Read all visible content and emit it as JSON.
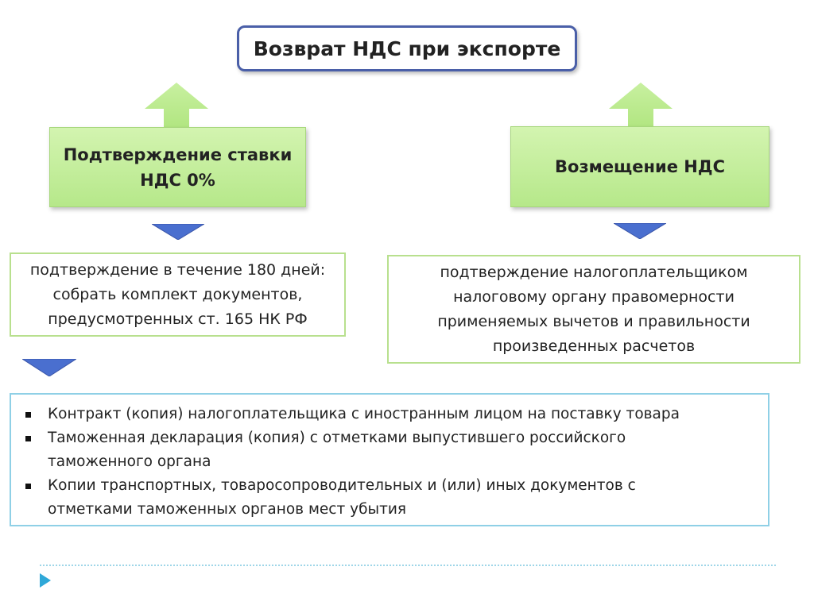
{
  "title": "Возврат НДС при экспорте",
  "left": {
    "heading_line1": "Подтверждение ставки",
    "heading_line2": "НДС 0%",
    "detail_line1": "подтверждение в течение 180 дней:",
    "detail_line2": "собрать комплект документов,",
    "detail_line3": "предусмотренных ст. 165 НК РФ"
  },
  "right": {
    "heading": "Возмещение НДС",
    "detail_line1": "подтверждение налогоплательщиком",
    "detail_line2": "налоговому органу правомерности",
    "detail_line3": "применяемых вычетов и правильности",
    "detail_line4": "произведенных расчетов"
  },
  "documents": [
    {
      "line1": "Контракт (копия) налогоплательщика с иностранным лицом на поставку товара",
      "line2": ""
    },
    {
      "line1": "Таможенная декларация (копия) с отметками выпустившего российского",
      "line2": "таможенного органа"
    },
    {
      "line1": "Копии транспортных, товаросопроводительных и (или) иных документов с",
      "line2": "отметками таможенных органов мест убытия"
    }
  ],
  "colors": {
    "title_border": "#4a5fa8",
    "green_fill": "#b6e88a",
    "down_arrow": "#4a6fcf",
    "list_border": "#8fd0e6"
  }
}
